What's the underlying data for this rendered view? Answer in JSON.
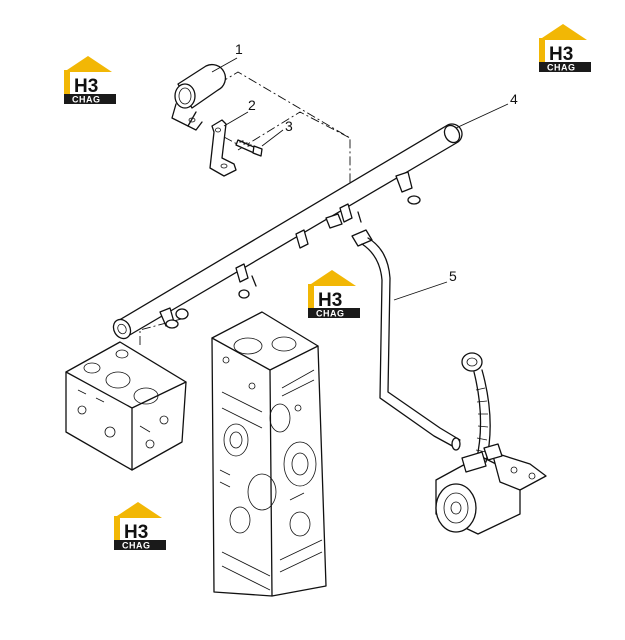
{
  "callouts": [
    {
      "id": "1",
      "label": "1"
    },
    {
      "id": "2",
      "label": "2"
    },
    {
      "id": "3",
      "label": "3"
    },
    {
      "id": "4",
      "label": "4"
    },
    {
      "id": "5",
      "label": "5"
    }
  ],
  "watermark": {
    "mark": "H3",
    "text": "CHAG",
    "colors": {
      "roof": "#F2B705",
      "dark": "#1a1a1a"
    }
  },
  "colors": {
    "line": "#111111",
    "background": "#ffffff"
  }
}
